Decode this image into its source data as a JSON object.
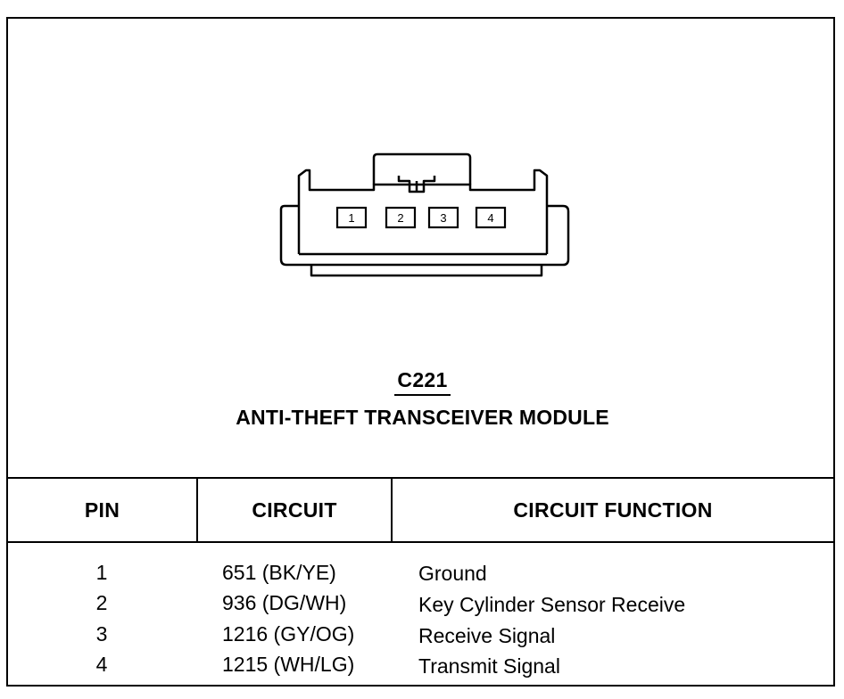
{
  "connector": {
    "id": "C221",
    "name": "ANTI-THEFT TRANSCEIVER MODULE",
    "pin_labels": [
      "1",
      "2",
      "3",
      "4"
    ]
  },
  "table": {
    "headers": {
      "pin": "PIN",
      "circuit": "CIRCUIT",
      "function": "CIRCUIT FUNCTION"
    },
    "rows": [
      {
        "pin": "1",
        "circuit": "651 (BK/YE)",
        "function": "Ground"
      },
      {
        "pin": "2",
        "circuit": "936 (DG/WH)",
        "function": "Key Cylinder Sensor Receive"
      },
      {
        "pin": "3",
        "circuit": "1216 (GY/OG)",
        "function": "Receive Signal"
      },
      {
        "pin": "4",
        "circuit": "1215 (WH/LG)",
        "function": "Transmit Signal"
      }
    ]
  }
}
